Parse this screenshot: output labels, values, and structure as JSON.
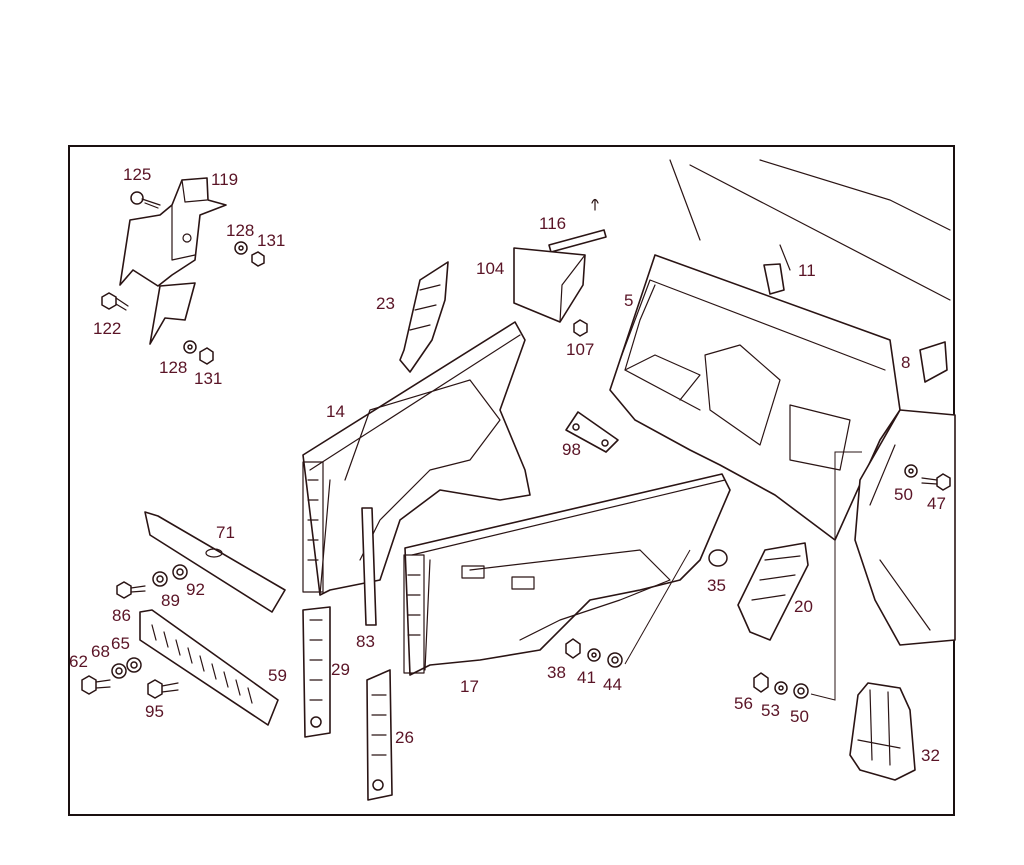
{
  "diagram": {
    "labels": [
      "125",
      "119",
      "128",
      "131",
      "122",
      "128",
      "131",
      "23",
      "116",
      "104",
      "5",
      "107",
      "11",
      "8",
      "14",
      "98",
      "50",
      "47",
      "71",
      "35",
      "20",
      "86",
      "89",
      "92",
      "83",
      "62",
      "68",
      "65",
      "59",
      "29",
      "17",
      "38",
      "41",
      "44",
      "56",
      "53",
      "50",
      "95",
      "26",
      "32"
    ]
  },
  "colors": {
    "ink": "#2a1414",
    "label": "#5a1426",
    "background": "#ffffff"
  }
}
